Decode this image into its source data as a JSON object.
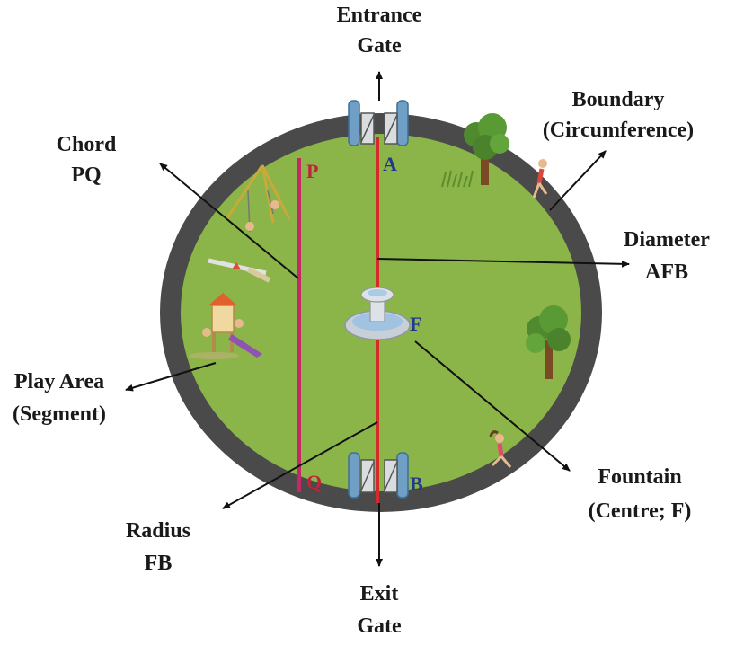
{
  "labels": {
    "entrance_line1": "Entrance",
    "entrance_line2": "Gate",
    "boundary_line1": "Boundary",
    "boundary_line2": "(Circumference)",
    "chord_line1": "Chord",
    "chord_line2": "PQ",
    "diameter_line1": "Diameter",
    "diameter_line2": "AFB",
    "play_line1": "Play Area",
    "play_line2": "(Segment)",
    "fountain_line1": "Fountain",
    "fountain_line2": "(Centre; F)",
    "radius_line1": "Radius",
    "radius_line2": "FB",
    "exit_line1": "Exit",
    "exit_line2": "Gate"
  },
  "points": {
    "P": "P",
    "Q": "Q",
    "A": "A",
    "B": "B",
    "F": "F"
  },
  "colors": {
    "boundary": "#4a4a4a",
    "grass": "#8bb548",
    "chord_line": "#c2286a",
    "diameter_line": "#d42a2a",
    "point_red": "#c0243c",
    "point_blue": "#22378f",
    "gate_pillar": "#6f9fc4",
    "arrow": "#111111"
  },
  "icons": [
    "tree-icon",
    "runner-icon",
    "swing-set-icon",
    "seesaw-icon",
    "playhouse-slide-icon",
    "fountain-icon",
    "gate-icon",
    "grass-icon"
  ]
}
